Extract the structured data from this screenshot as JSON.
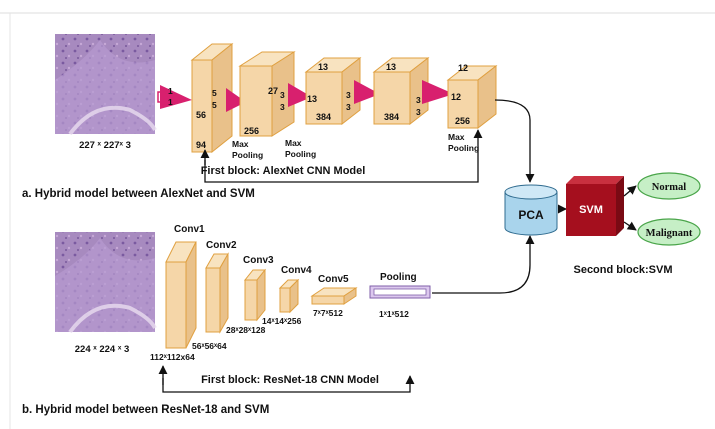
{
  "alexnet": {
    "input_dims": "227 ˣ 227ˣ 3",
    "kernel_labels": [
      "1",
      "1"
    ],
    "layers": [
      {
        "side": "5",
        "side2": "5",
        "height": "56",
        "depth": "94"
      },
      {
        "top": "27",
        "depth": "256"
      },
      {
        "side": "3",
        "side2": "3",
        "top": "13",
        "height": "13",
        "depth": "384"
      },
      {
        "side": "3",
        "side2": "3",
        "top": "13",
        "depth": "384"
      },
      {
        "side": "3",
        "side2": "3",
        "top": "12",
        "height": "12",
        "depth": "256"
      }
    ],
    "pool_labels": [
      "Max\nPooling",
      "Max\nPooling",
      "Max\nPooling"
    ],
    "block_label": "First block: AlexNet CNN Model",
    "caption": "a. Hybrid model between AlexNet and SVM"
  },
  "resnet": {
    "input_dims": "224 ˣ 224 ˣ 3",
    "layer_names": [
      "Conv1",
      "Conv2",
      "Conv3",
      "Conv4",
      "Conv5",
      "Pooling"
    ],
    "layer_dims": [
      "112ˣ112x64",
      "56ˣ56ˣ64",
      "28ˣ28ˣ128",
      "14ˣ14ˣ256",
      "7ˣ7ˣ512",
      "1ˣ1ˣ512"
    ],
    "block_label": "First block: ResNet-18 CNN Model",
    "caption": "b. Hybrid model between ResNet-18 and SVM"
  },
  "classifier": {
    "pca": "PCA",
    "svm": "SVM",
    "outputs": [
      "Normal",
      "Malignant"
    ],
    "block_label": "Second block:SVM"
  },
  "colors": {
    "block_front": "#f5d6a8",
    "block_side": "#e9c18a",
    "block_top": "#f8e3c0",
    "block_edge": "#e0a040",
    "kernel": "#d8206e",
    "pca": "#a9d4ec",
    "svm": "#a50f1e",
    "output": "#c6efc6",
    "output_edge": "#4aa54a",
    "pool_box": "#dcc8ee"
  }
}
